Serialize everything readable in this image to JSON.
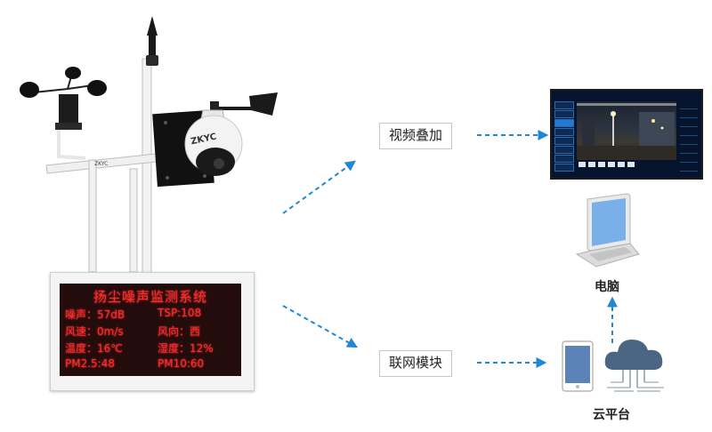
{
  "display": {
    "title": "扬尘噪声监测系统",
    "rows": [
      {
        "left": "噪声：57dB",
        "right": "TSP:108"
      },
      {
        "left": "风速：0m/s",
        "right": "风向：西"
      },
      {
        "left": "温度：16℃",
        "right": "湿度：12%"
      },
      {
        "left": "PM2.5:48",
        "right": "PM10:60"
      }
    ]
  },
  "camera": {
    "logo": "ZKYC"
  },
  "nodes": {
    "video_overlay": "视频叠加",
    "network_module": "联网模块",
    "computer": "电脑",
    "cloud_platform": "云平台"
  },
  "colors": {
    "arrow": "#1e88d6",
    "led_text": "#ff2a2a",
    "led_bg": "#160707",
    "app_bg": "#06142e",
    "laptop_screen": "#7ab0ea",
    "cloud": "#4a6682"
  }
}
